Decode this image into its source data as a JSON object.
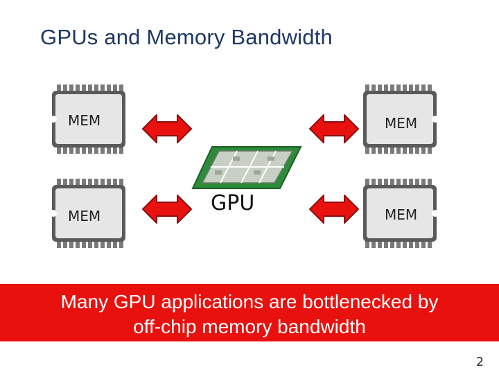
{
  "slide": {
    "title": "GPUs and Memory Bandwidth",
    "page_number": "2"
  },
  "diagram": {
    "memory_chips": [
      {
        "label": "MEM"
      },
      {
        "label": "MEM"
      },
      {
        "label": "MEM"
      },
      {
        "label": "MEM"
      }
    ],
    "gpu_label": "GPU"
  },
  "banner": {
    "line1": "Many GPU applications are bottlenecked by",
    "line2": "off-chip memory bandwidth"
  },
  "colors": {
    "title": "#1f3864",
    "arrow_fill": "#e8110e",
    "banner_bg": "#e8110e",
    "banner_text": "#ffffff",
    "gpu_board": "#2e8b3a",
    "gpu_die": "#c8cfc4",
    "chip_body": "#5a5a5a",
    "chip_face": "#e6e6e6"
  }
}
